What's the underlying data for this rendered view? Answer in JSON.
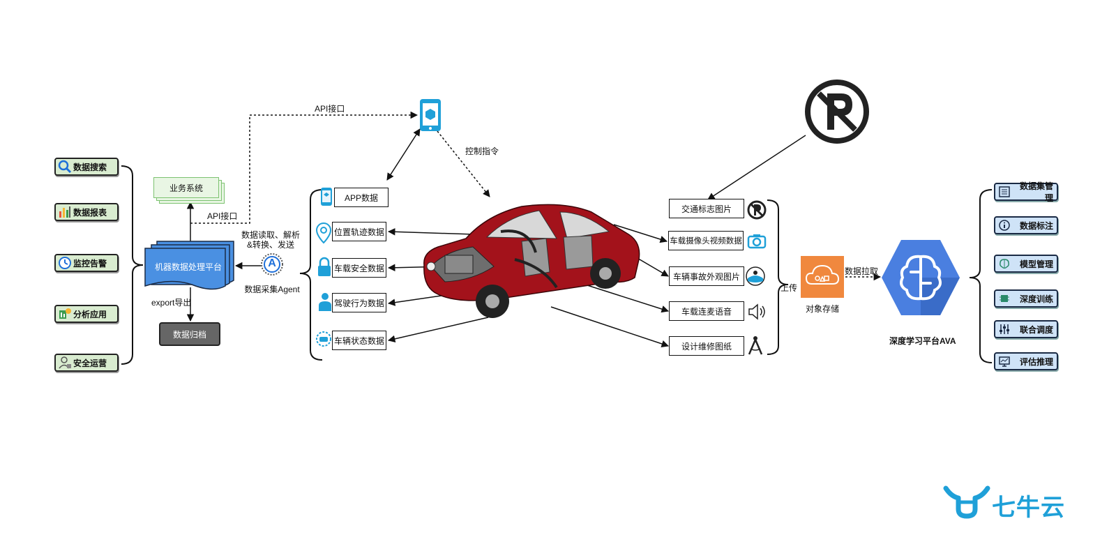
{
  "left_panel": {
    "items": [
      {
        "label": "数据搜索",
        "icon": "search-icon"
      },
      {
        "label": "数据报表",
        "icon": "bar-chart-icon"
      },
      {
        "label": "监控告警",
        "icon": "clock-icon"
      },
      {
        "label": "分析应用",
        "icon": "analysis-icon"
      },
      {
        "label": "安全运营",
        "icon": "worker-icon"
      }
    ]
  },
  "business_system": "业务系统",
  "platform": "机器数据处理平台",
  "archive": "数据归档",
  "export_label": "export导出",
  "api_label_top": "API接口",
  "api_label_low": "API接口",
  "agent": {
    "caption_line1": "数据读取、解析",
    "caption_line2": "&转换、发送",
    "name": "数据采集Agent",
    "icon_letter": "A"
  },
  "control_label": "控制指令",
  "vehicle_sources": [
    {
      "label": "APP数据",
      "icon": "phone-app-icon"
    },
    {
      "label": "位置轨迹数据",
      "icon": "location-pin-icon"
    },
    {
      "label": "车载安全数据",
      "icon": "lock-icon"
    },
    {
      "label": "驾驶行为数据",
      "icon": "driver-icon"
    },
    {
      "label": "车辆状态数据",
      "icon": "car-status-icon"
    }
  ],
  "media_sources": [
    {
      "label": "交通标志图片",
      "icon": "no-parking-icon"
    },
    {
      "label": "车载摄像头视频数据",
      "icon": "camera-icon"
    },
    {
      "label": "车辆事故外观图片",
      "icon": "accident-icon"
    },
    {
      "label": "车载连麦语音",
      "icon": "speaker-icon"
    },
    {
      "label": "设计维修图纸",
      "icon": "compass-icon"
    }
  ],
  "upload_label": "上传",
  "object_storage": "对象存储",
  "pull_label": "数据拉取",
  "ava_label": "深度学习平台AVA",
  "right_panel": {
    "items": [
      {
        "label": "数据集管理",
        "icon": "dataset-icon"
      },
      {
        "label": "数据标注",
        "icon": "info-icon"
      },
      {
        "label": "模型管理",
        "icon": "brain-icon"
      },
      {
        "label": "深度训练",
        "icon": "chip-icon"
      },
      {
        "label": "联合调度",
        "icon": "sliders-icon"
      },
      {
        "label": "评估推理",
        "icon": "monitor-icon"
      }
    ]
  },
  "logo_text": "七牛云",
  "colors": {
    "left_box_fill": "#d9ecd0",
    "right_box_fill": "#cfe3f7",
    "platform_blue": "#4a90e2",
    "archive_gray": "#666666",
    "storage_orange": "#f0883e",
    "ava_blue": "#4a7fe0",
    "logo_blue": "#1fa0d8",
    "car_red": "#a3121b"
  }
}
